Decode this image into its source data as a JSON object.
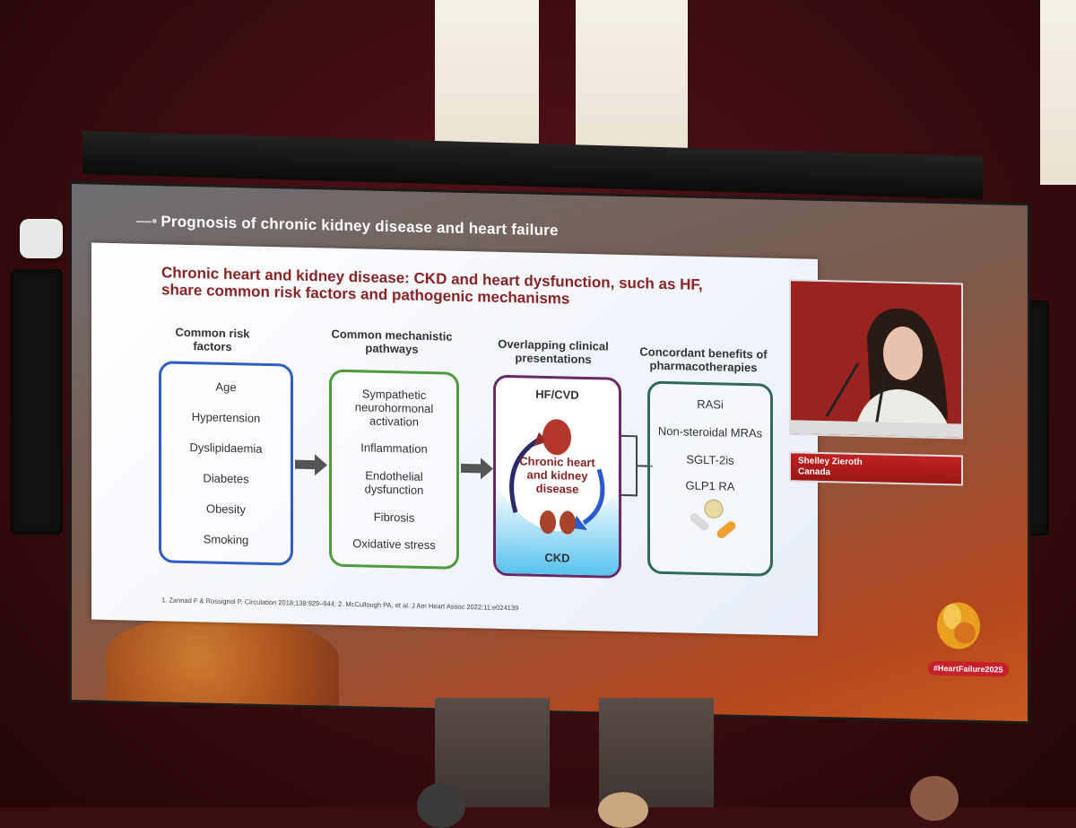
{
  "deck_title": "Prognosis of chronic kidney disease and heart failure",
  "slide": {
    "heading": "Chronic heart and kidney disease: CKD and heart dysfunction, such as HF, share common risk factors and pathogenic mechanisms",
    "columns": [
      {
        "header": "Common risk factors",
        "items": [
          "Age",
          "Hypertension",
          "Dyslipidaemia",
          "Diabetes",
          "Obesity",
          "Smoking"
        ],
        "color": "#2f5fc4"
      },
      {
        "header": "Common mechanistic pathways",
        "items": [
          "Sympathetic neurohormonal activation",
          "Inflammation",
          "Endothelial dysfunction",
          "Fibrosis",
          "Oxidative stress"
        ],
        "color": "#4f9a3a"
      },
      {
        "header": "Overlapping clinical presentations",
        "top_label": "HF/CVD",
        "center_label": "Chronic heart and kidney disease",
        "bottom_label": "CKD",
        "color": "#6a2a6a"
      },
      {
        "header": "Concordant benefits of pharmacotherapies",
        "items": [
          "RASi",
          "Non-steroidal MRAs",
          "SGLT-2is",
          "GLP1 RA"
        ],
        "color": "#2f6a5a"
      }
    ],
    "reference": "1. Zannad F & Rossignol P. Circulation 2018;138:929–944; 2. McCullough PA, et al. J Am Heart Assoc 2022;11:e024139"
  },
  "speaker": {
    "name": "Shelley Zieroth",
    "country": "Canada"
  },
  "hashtag": "#HeartFailure2025",
  "colors": {
    "heading": "#8a2323",
    "lower_bar": "#b01c1c",
    "hashtag_bg": "#c8202a"
  }
}
